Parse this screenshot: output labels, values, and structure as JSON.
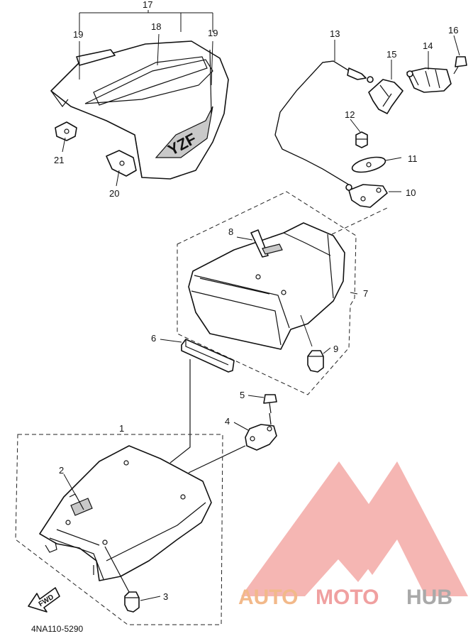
{
  "callouts": {
    "c1": "1",
    "c2": "2",
    "c3": "3",
    "c4": "4",
    "c5": "5",
    "c6": "6",
    "c7": "7",
    "c8": "8",
    "c9": "9",
    "c10": "10",
    "c11": "11",
    "c12": "12",
    "c13": "13",
    "c14": "14",
    "c15": "15",
    "c16": "16",
    "c17": "17",
    "c18": "18",
    "c19a": "19",
    "c19b": "19",
    "c20": "20",
    "c21": "21"
  },
  "direction_arrow": "FWD",
  "diagram_code": "4NA110-5290",
  "watermark": {
    "part1": "AUTO",
    "part2": "MOTO",
    "part3": "HUB",
    "color_auto": "#f2b98a",
    "color_moto": "#f0a0a0",
    "color_hub": "#a9a9a9",
    "logo_color": "#f3a9a6"
  },
  "cowl_decal": "YZF"
}
